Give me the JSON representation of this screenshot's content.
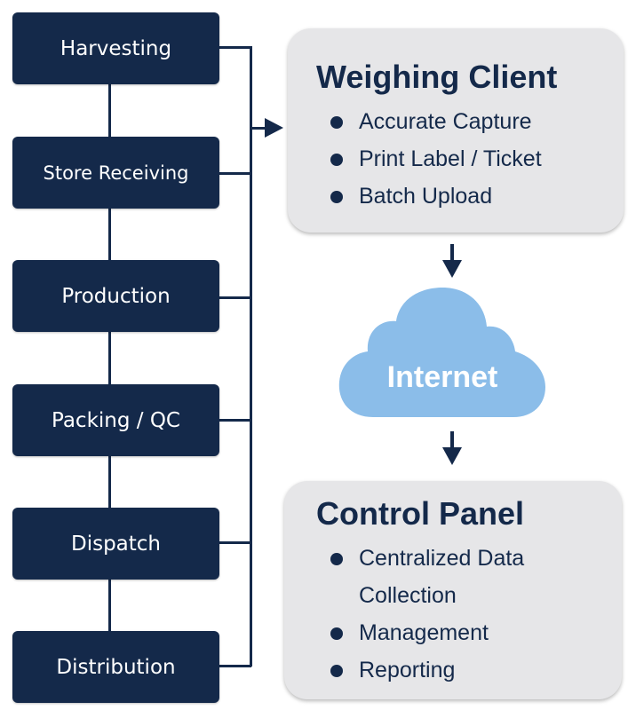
{
  "process_steps": [
    {
      "label": "Harvesting"
    },
    {
      "label": "Store Receiving"
    },
    {
      "label": "Production"
    },
    {
      "label": "Packing / QC"
    },
    {
      "label": "Dispatch"
    },
    {
      "label": "Distribution"
    }
  ],
  "weighing_client": {
    "title": "Weighing Client",
    "features": [
      "Accurate Capture",
      "Print Label / Ticket",
      "Batch Upload"
    ]
  },
  "network": {
    "label": "Internet",
    "icon": "cloud-icon"
  },
  "control_panel": {
    "title": "Control Panel",
    "features": [
      "Centralized Data",
      "Collection",
      "Management",
      "Reporting"
    ]
  },
  "colors": {
    "navy": "#14294a",
    "panel_gray": "#e6e6e8",
    "cloud_blue": "#8bbde9"
  }
}
